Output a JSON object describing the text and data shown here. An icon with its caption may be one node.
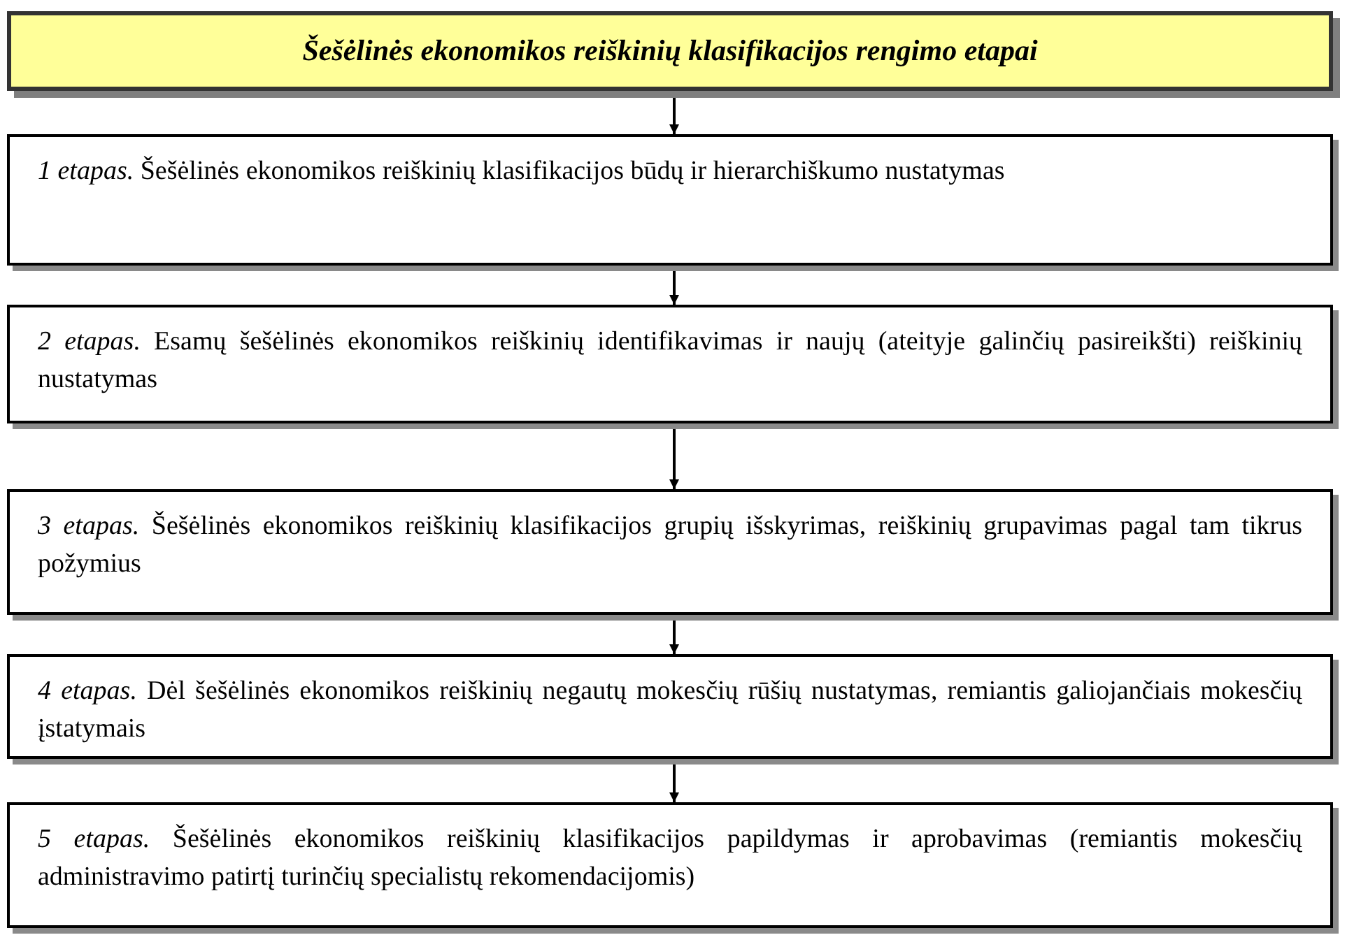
{
  "diagram": {
    "nodes": [
      {
        "text": [
          "Šešėlinės ekonomikos reiškinių klasifikacijos rengimo etapai"
        ]
      },
      {
        "text": [
          "*1 etapas.* Šešėlinės ekonomikos reiškinių klasifikacijos būdų ir hierarchiškumo nustatymas"
        ]
      },
      {
        "text": [
          "*2 etapas.* Esamų šešėlinės ekonomikos reiškinių identifikavimas ir naujų (ateityje galinčių pasireikšti) reiškinių nustatymas"
        ]
      },
      {
        "text": [
          "*3 etapas.* Šešėlinės ekonomikos reiškinių klasifikacijos grupių išskyrimas, reiškinių grupavimas pagal tam tikrus požymius"
        ]
      },
      {
        "text": [
          "*4 etapas.* Dėl šešėlinės ekonomikos reiškinių negautų mokesčių rūšių nustatymas, remiantis galiojančiais mokesčių įstatymais"
        ]
      },
      {
        "text": [
          "*5 etapas.* Šešėlinės ekonomikos reiškinių klasifikacijos papildymas ir aprobavimas (remiantis mokesčių administravimo patirtį turinčių specialistų rekomendacijomis)"
        ]
      }
    ],
    "edges": [
      {
        "from": 0,
        "to": 1,
        "arrow": "to"
      },
      {
        "from": 1,
        "to": 2,
        "arrow": "to"
      },
      {
        "from": 2,
        "to": 3,
        "arrow": "to"
      },
      {
        "from": 3,
        "to": 4,
        "arrow": "to"
      },
      {
        "from": 4,
        "to": 5,
        "arrow": "to"
      }
    ]
  }
}
